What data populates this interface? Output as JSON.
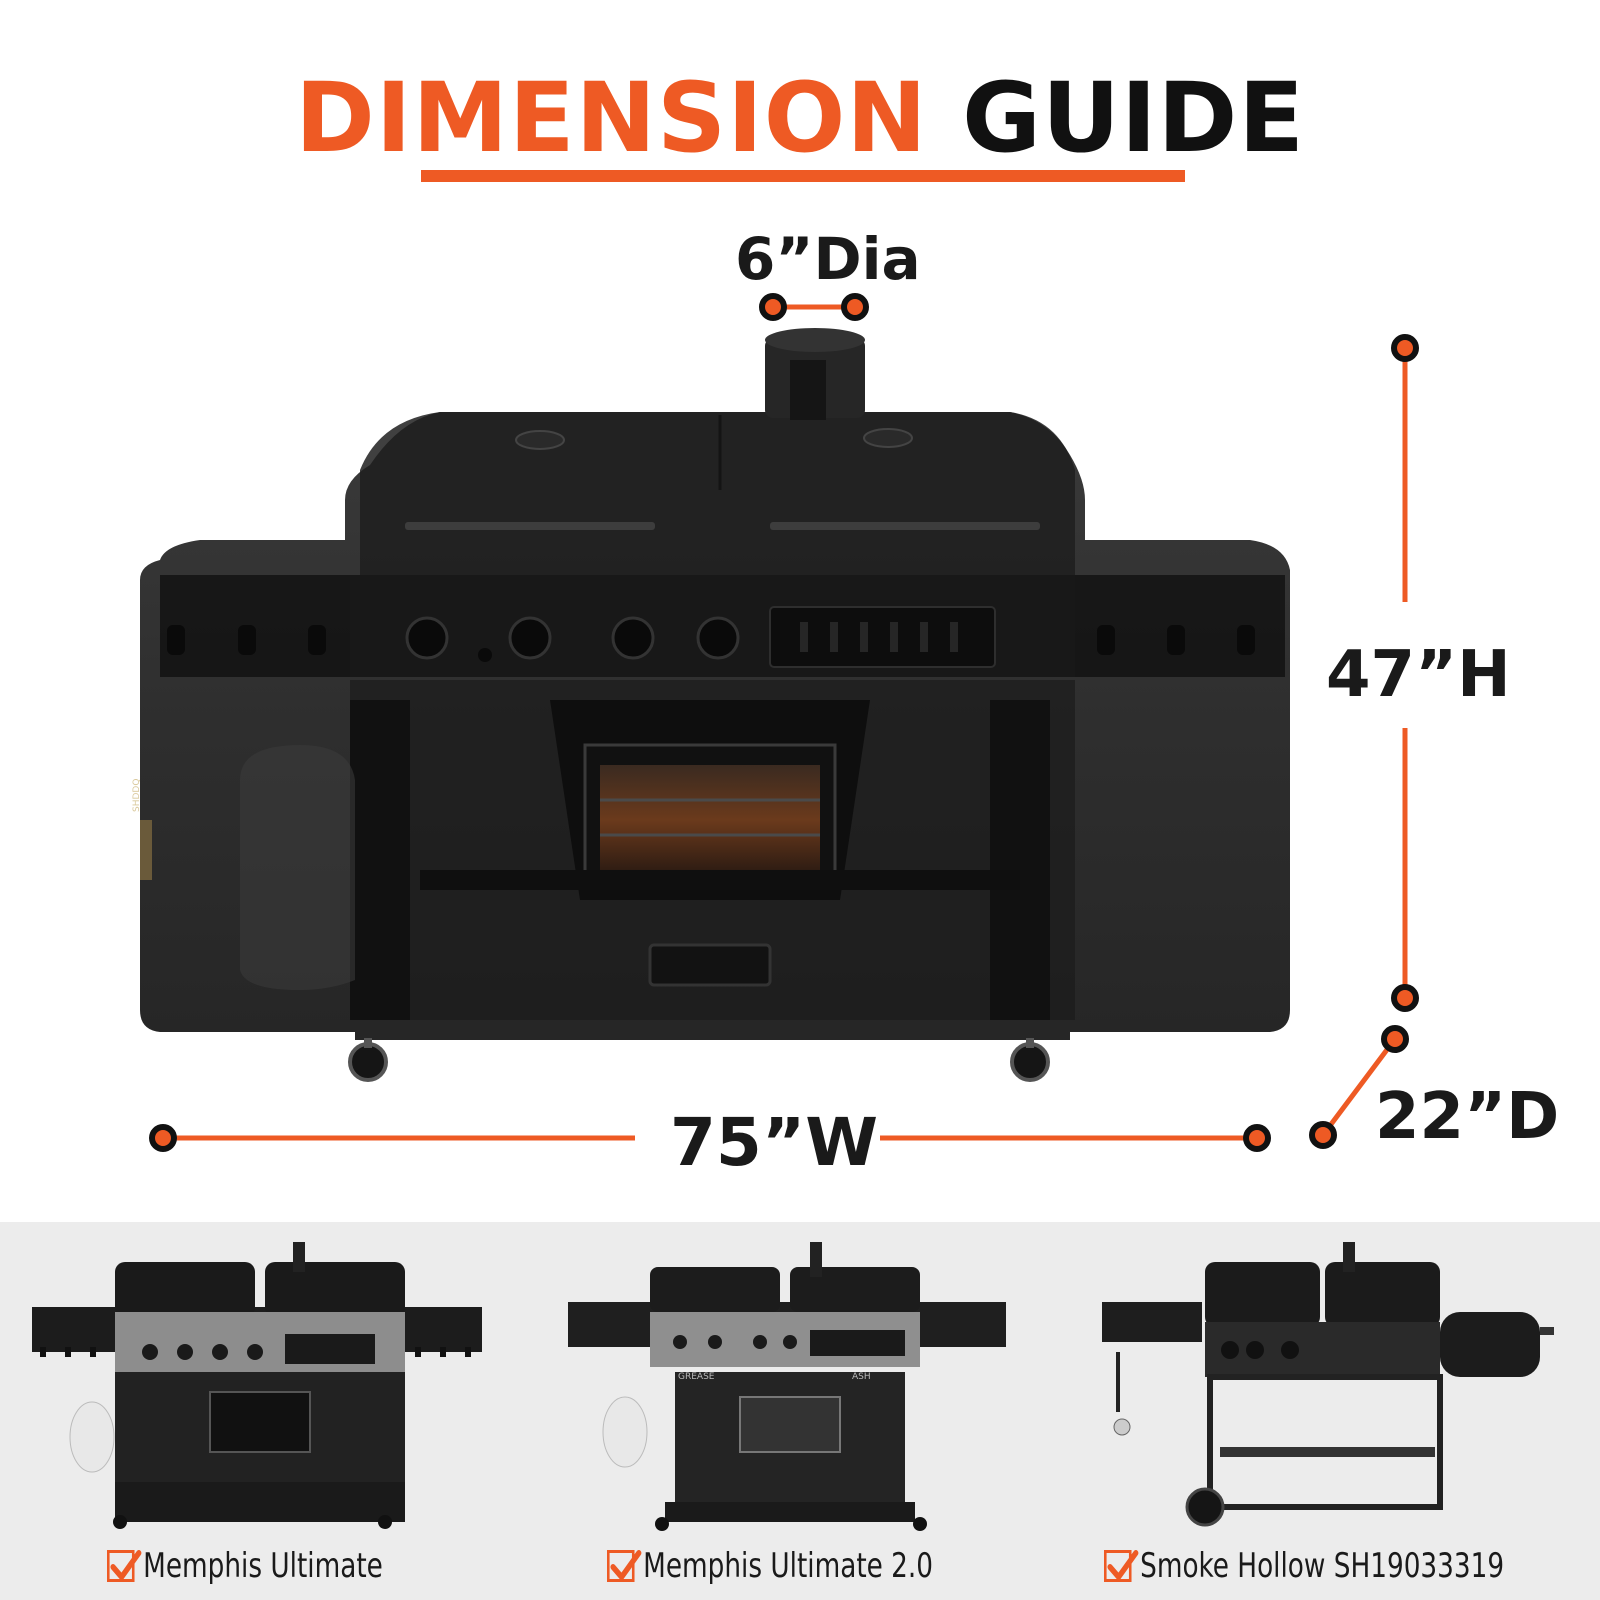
{
  "title": {
    "part1": "DIMENSION",
    "part2": "GUIDE"
  },
  "dimensions": {
    "diameter": "6”Dia",
    "height": "47”H",
    "width": "75”W",
    "depth": "22”D"
  },
  "brand_tag": "SHDDQ",
  "models": [
    {
      "name": "Memphis Ultimate"
    },
    {
      "name": "Memphis Ultimate 2.0"
    },
    {
      "name": "Smoke Hollow SH19033319"
    }
  ],
  "grill_labels": {
    "grease": "GREASE",
    "ash": "ASH"
  },
  "colors": {
    "accent": "#ee5a24",
    "dark": "#1a1a1a",
    "panel": "#ececec"
  },
  "icons": [
    "checkmark-icon"
  ]
}
